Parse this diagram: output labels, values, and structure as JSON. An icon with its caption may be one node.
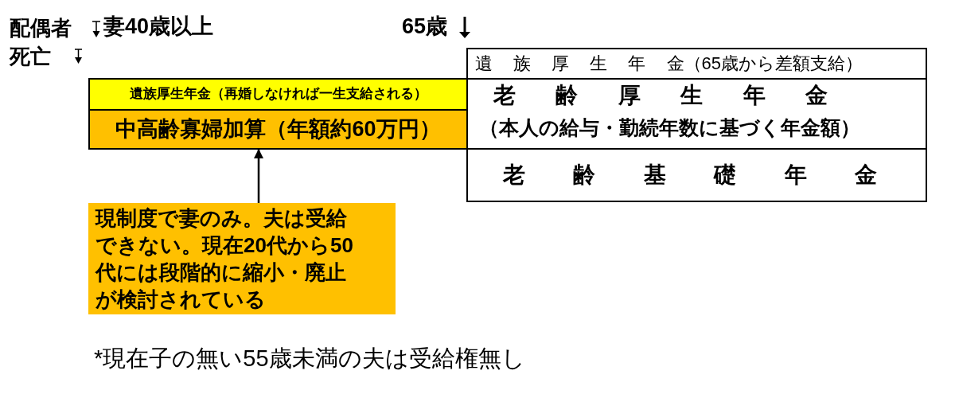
{
  "diagram": {
    "nodes": [
      {
        "text": [
          "遺族厚生年金（再婚しなければ一生支給される）"
        ]
      },
      {
        "text": [
          "中高齢寡婦加算（年額約60万円）"
        ]
      },
      {
        "text": [
          "遺 族 厚 生 年 金（65歳から差額支給）"
        ]
      },
      {
        "text": [
          "老 齢 厚 生 年 金",
          "（本人の給与・勤続年数に基づく年金額）"
        ]
      },
      {
        "text": [
          "老 齢 基 礎 年 金"
        ]
      },
      {
        "text": [
          "現制度で妻のみ。夫は受給できない。現在20代から50代には段階的に縮小・廃止が検討されている"
        ]
      }
    ],
    "edges": [
      {
        "from": 5,
        "to": 1,
        "arrow": "to"
      }
    ],
    "labels": [
      "配偶者死亡",
      "妻40歳以上",
      "65歳",
      "*現在子の無い55歳未満の夫は受給権無し"
    ]
  }
}
